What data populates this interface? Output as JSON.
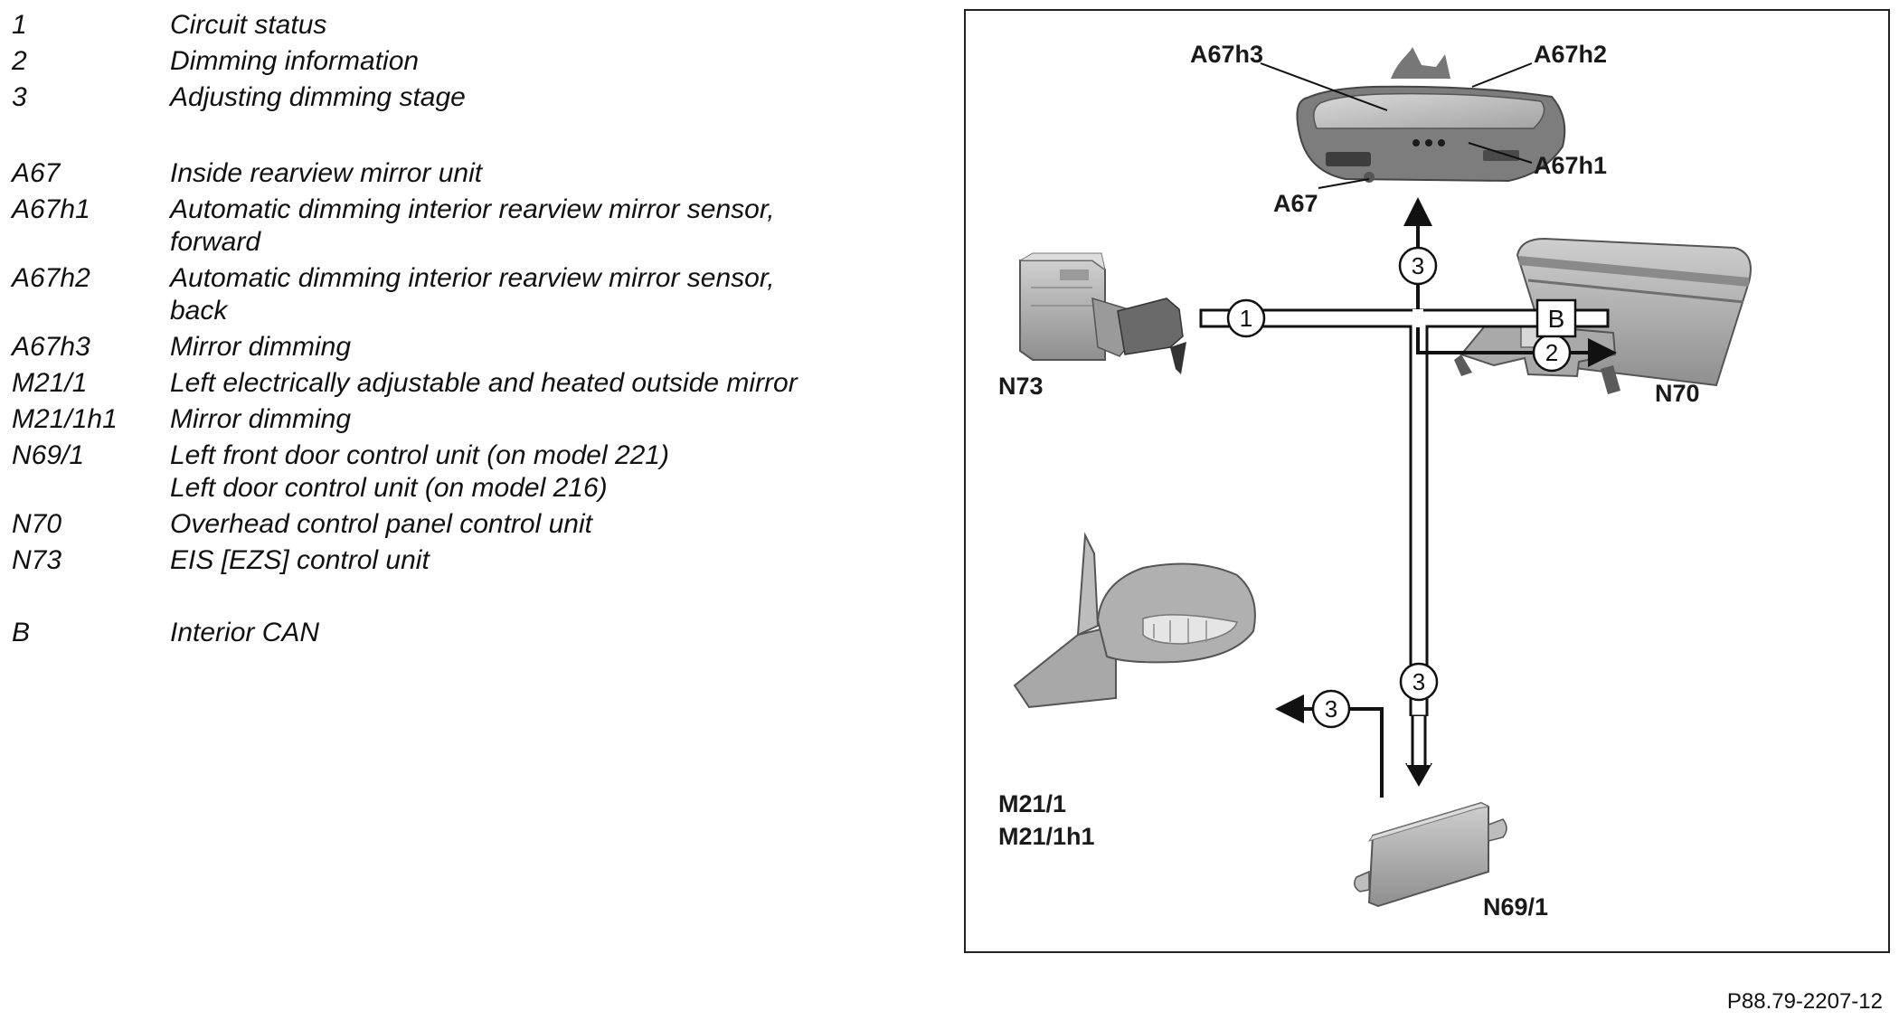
{
  "legend": [
    {
      "code": "1",
      "lines": [
        "Circuit status"
      ]
    },
    {
      "code": "2",
      "lines": [
        "Dimming information"
      ]
    },
    {
      "code": "3",
      "lines": [
        "Adjusting dimming stage"
      ]
    },
    {
      "code": "A67",
      "lines": [
        "Inside rearview mirror unit"
      ]
    },
    {
      "code": "A67h1",
      "lines": [
        "Automatic dimming interior rearview mirror sensor,",
        "forward"
      ]
    },
    {
      "code": "A67h2",
      "lines": [
        "Automatic dimming interior rearview mirror sensor,",
        "back"
      ]
    },
    {
      "code": "A67h3",
      "lines": [
        "Mirror dimming"
      ]
    },
    {
      "code": "M21/1",
      "lines": [
        "Left electrically adjustable and heated outside mirror"
      ]
    },
    {
      "code": "M21/1h1",
      "lines": [
        "Mirror dimming"
      ]
    },
    {
      "code": "N69/1",
      "lines": [
        "Left front door control unit (on model 221)",
        "Left door control unit (on model 216)"
      ]
    },
    {
      "code": "N70",
      "lines": [
        "Overhead control panel control unit"
      ]
    },
    {
      "code": "N73",
      "lines": [
        "EIS [EZS] control unit"
      ]
    },
    {
      "code": "B",
      "lines": [
        "Interior CAN"
      ]
    }
  ],
  "diagram": {
    "labels": {
      "a67h3": "A67h3",
      "a67h2": "A67h2",
      "a67h1": "A67h1",
      "a67": "A67",
      "n73": "N73",
      "n70": "N70",
      "m21_1": "M21/1",
      "m21_1h1": "M21/1h1",
      "n69_1": "N69/1"
    },
    "markers": {
      "circuit_status": "1",
      "dimming_info": "2",
      "adjust_to_mirror_unit": "3",
      "adjust_to_door_unit": "3",
      "adjust_to_outside_mirror": "3",
      "bus": "B"
    }
  },
  "figure_id": "P88.79-2207-12",
  "colors": {
    "line": "#111111",
    "component_body": "#b5b5b5",
    "component_dark": "#6e6e6e",
    "frame": "#222222"
  }
}
